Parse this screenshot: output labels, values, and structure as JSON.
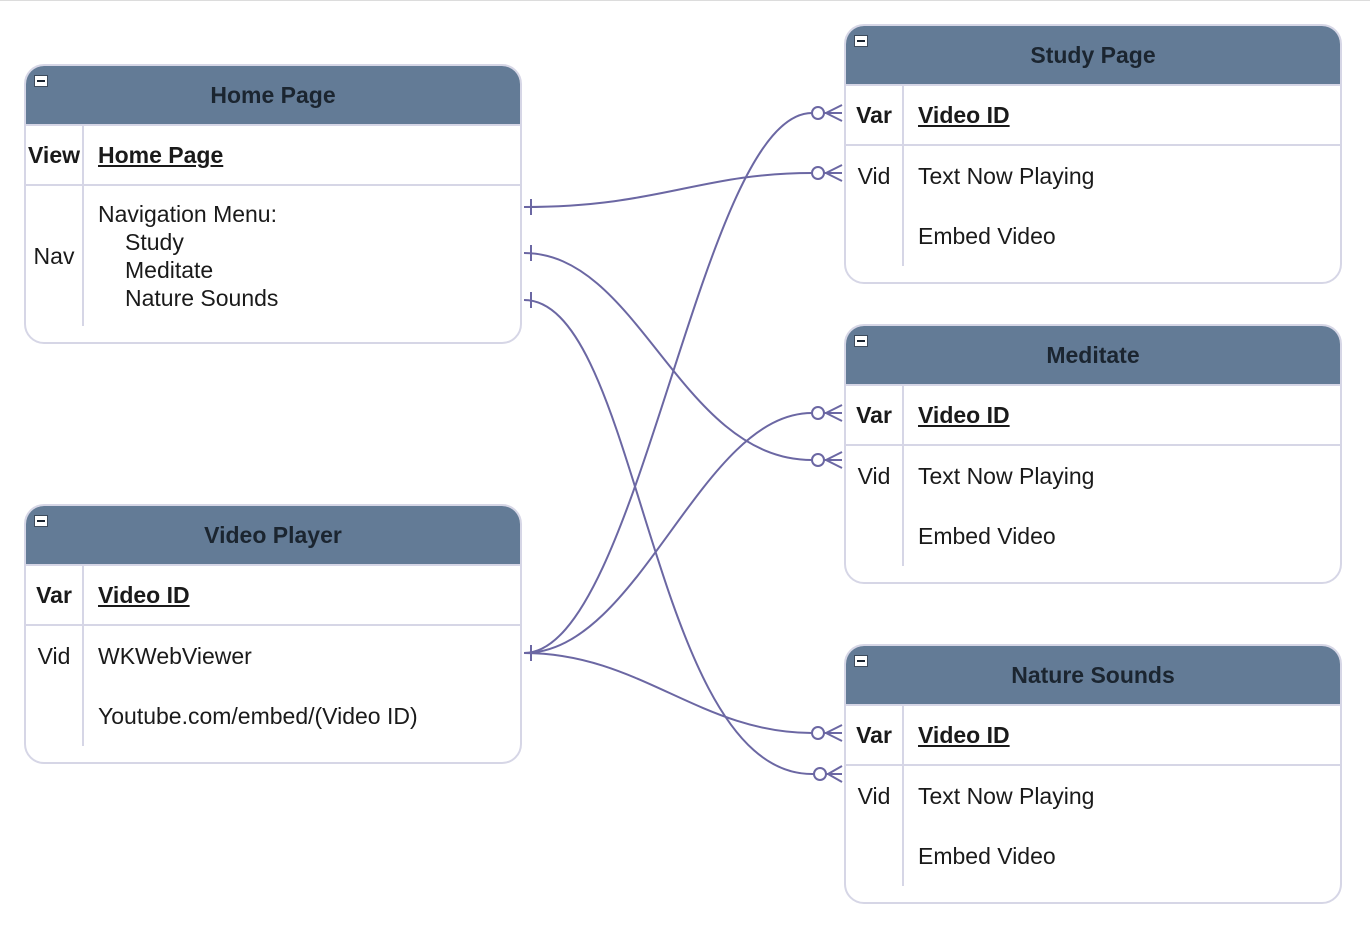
{
  "colors": {
    "header": "#637b96",
    "border": "#d6d6e6",
    "connector": "#6b67a3"
  },
  "icons": {
    "collapse": "minus-box-icon"
  },
  "entities": {
    "home": {
      "title": "Home Page",
      "key_label": "View",
      "key_value": "Home Page ",
      "body_label": "Nav",
      "nav_heading": "Navigation Menu:",
      "nav_items": [
        "Study",
        "Meditate",
        "Nature Sounds"
      ]
    },
    "video_player": {
      "title": "Video Player",
      "key_label": "Var",
      "key_value": "Video ID",
      "body_label": "Vid",
      "attrs": [
        "WKWebViewer",
        "Youtube.com/embed/(Video ID)"
      ]
    },
    "study": {
      "title": "Study Page",
      "key_label": "Var",
      "key_value": "Video ID",
      "body_label": "Vid",
      "attrs": [
        "Text Now Playing",
        "Embed Video"
      ]
    },
    "meditate": {
      "title": "Meditate",
      "key_label": "Var",
      "key_value": "Video ID",
      "body_label": "Vid",
      "attrs": [
        "Text Now Playing",
        "Embed Video"
      ]
    },
    "nature": {
      "title": "Nature Sounds",
      "key_label": "Var",
      "key_value": "Video ID",
      "body_label": "Vid",
      "attrs": [
        "Text Now Playing",
        "Embed Video"
      ]
    }
  },
  "relationships": [
    {
      "from": "Home Page.Nav (Study)",
      "to": "Study Page.Vid",
      "cardinality": "one-to-zero-or-many"
    },
    {
      "from": "Home Page.Nav (Meditate)",
      "to": "Meditate.Vid",
      "cardinality": "one-to-zero-or-many"
    },
    {
      "from": "Home Page.Nav (Nature Sounds)",
      "to": "Nature Sounds.Vid",
      "cardinality": "one-to-zero-or-many"
    },
    {
      "from": "Video Player.Vid",
      "to": "Study Page.Var",
      "cardinality": "one-to-zero-or-many"
    },
    {
      "from": "Video Player.Vid",
      "to": "Meditate.Var",
      "cardinality": "one-to-zero-or-many"
    },
    {
      "from": "Video Player.Vid",
      "to": "Nature Sounds.Var",
      "cardinality": "one-to-zero-or-many"
    }
  ]
}
